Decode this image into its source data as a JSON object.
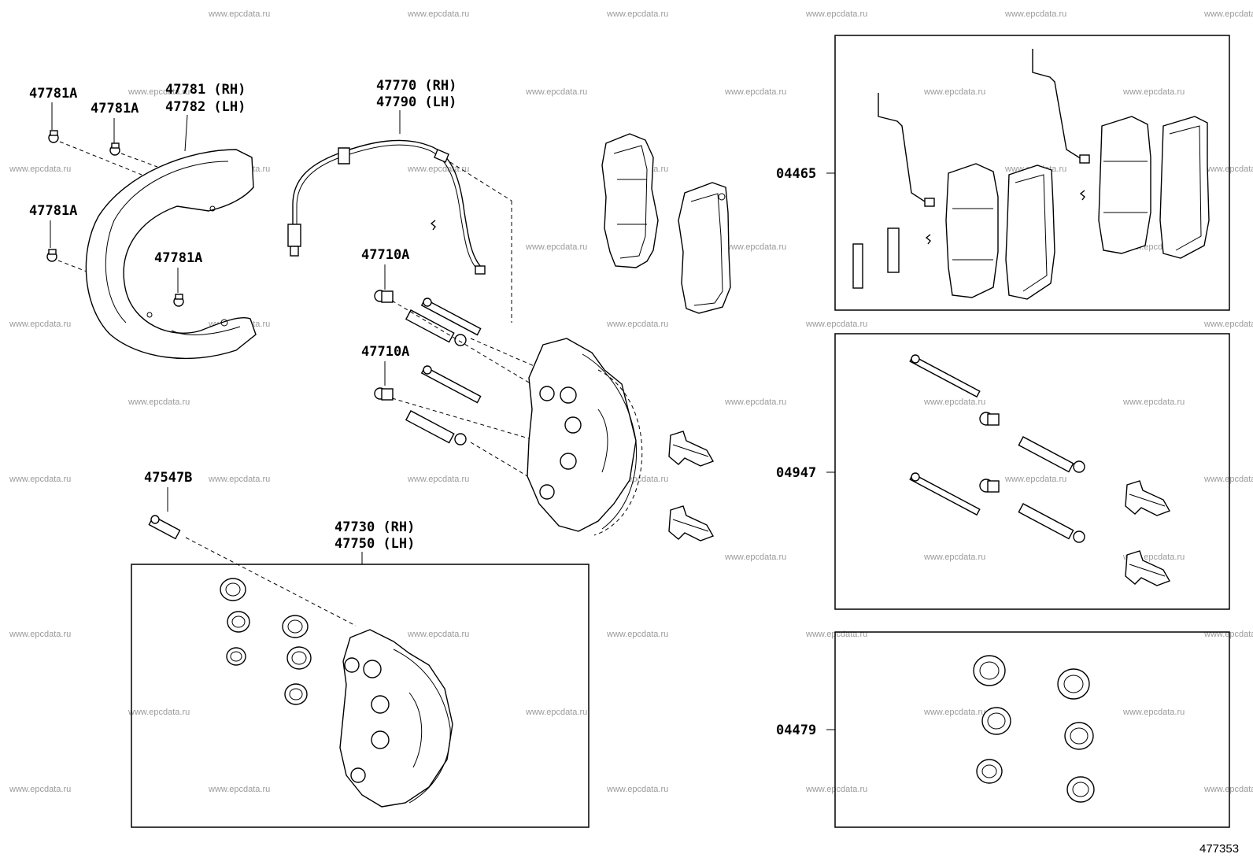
{
  "watermark": "www.epcdata.ru",
  "diagram_number": "477353",
  "labels": {
    "bolt_a1": "47781A",
    "bolt_a2": "47781A",
    "shield_rh": "47781 (RH)",
    "shield_lh": "47782 (LH)",
    "bolt_a3": "47781A",
    "bolt_a4": "47781A",
    "wire_rh": "47770 (RH)",
    "wire_lh": "47790 (LH)",
    "bolt_b1": "47710A",
    "bolt_b2": "47710A",
    "bleeder": "47547B",
    "caliper_rh": "47730 (RH)",
    "caliper_lh": "47750 (LH)",
    "pad_kit": "04465",
    "pin_kit": "04947",
    "seal_kit": "04479"
  }
}
